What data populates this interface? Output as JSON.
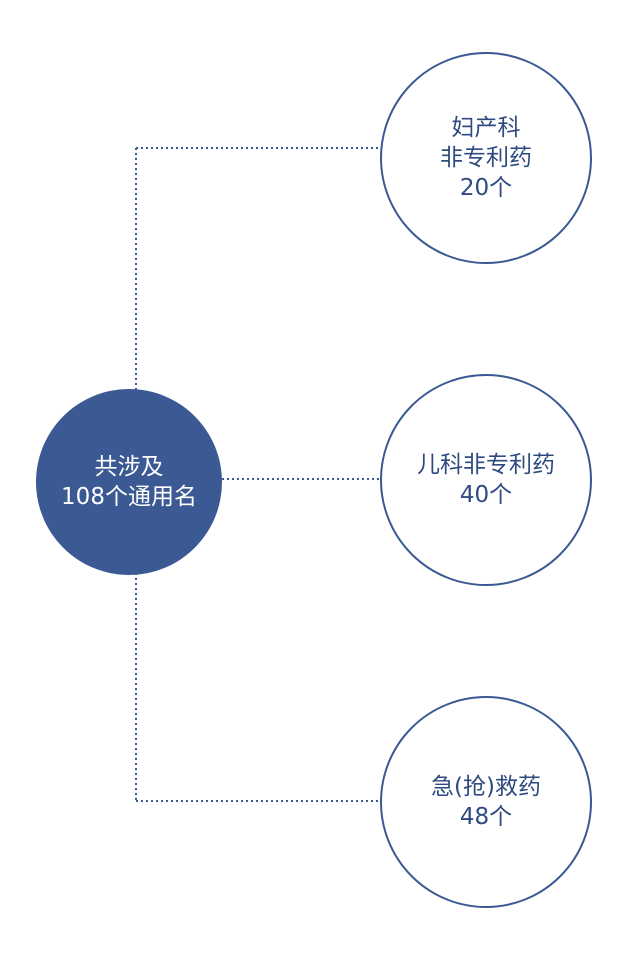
{
  "center": {
    "line1": "共涉及",
    "line2": "108个通用名"
  },
  "branches": [
    {
      "lines": [
        "妇产科",
        "非专利药",
        "20个"
      ]
    },
    {
      "lines": [
        "儿科非专利药",
        "40个"
      ]
    },
    {
      "lines": [
        "急(抢)救药",
        "48个"
      ]
    }
  ],
  "colors": {
    "primary": "#3b5a93"
  }
}
